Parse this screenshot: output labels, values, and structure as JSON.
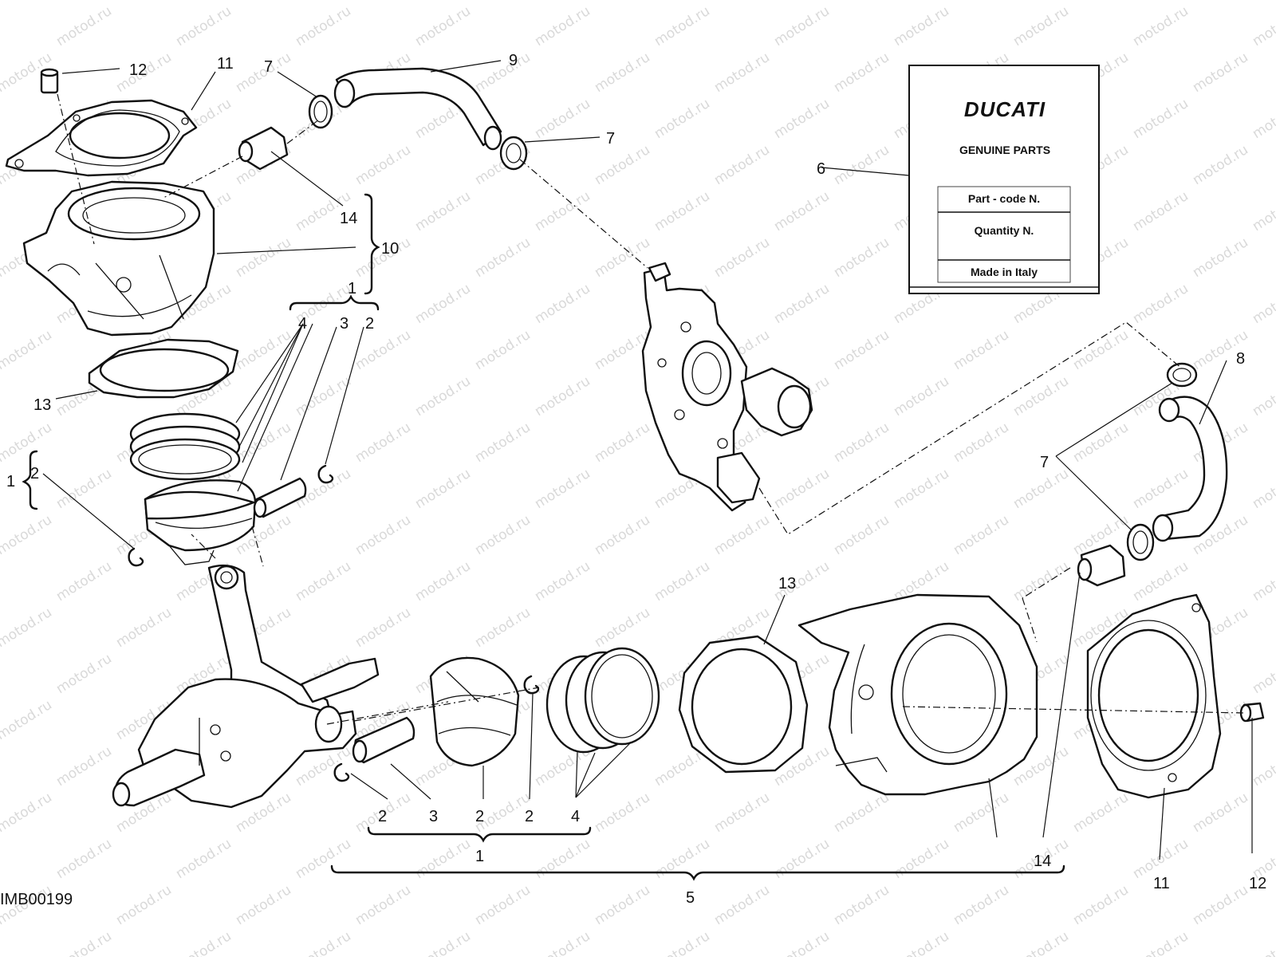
{
  "watermark": {
    "text": "motod.ru"
  },
  "diagram_code": "IMB00199",
  "parts_label": {
    "brand": "DUCATI",
    "subtitle": "GENUINE PARTS",
    "fields": [
      "Part - code N.",
      "Quantity N.",
      "Made in Italy"
    ]
  },
  "callouts": {
    "c1a": "1",
    "c1b": "1",
    "c1c": "1",
    "c2a": "2",
    "c2b": "2",
    "c2c": "2",
    "c2d": "2",
    "c2e": "2",
    "c3a": "3",
    "c3b": "3",
    "c4a": "4",
    "c4b": "4",
    "c5": "5",
    "c6": "6",
    "c7a": "7",
    "c7b": "7",
    "c7c": "7",
    "c8": "8",
    "c9": "9",
    "c10": "10",
    "c11a": "11",
    "c11b": "11",
    "c12a": "12",
    "c12b": "12",
    "c13a": "13",
    "c13b": "13",
    "c14a": "14",
    "c14b": "14"
  }
}
